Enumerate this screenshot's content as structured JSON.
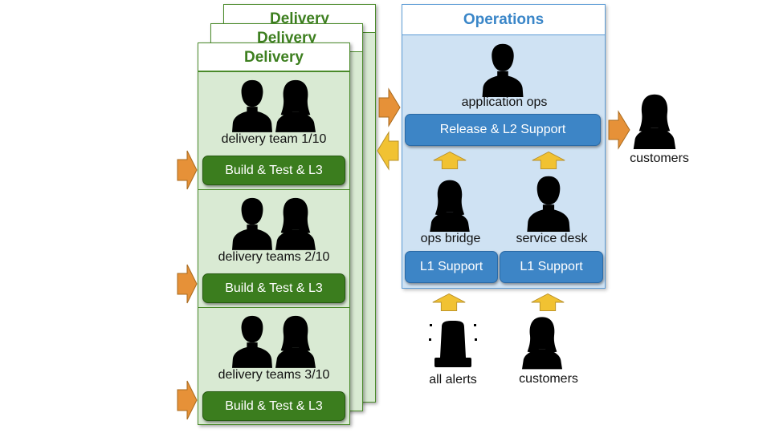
{
  "delivery": {
    "title": "Delivery",
    "teams": [
      {
        "label": "delivery team 1/10",
        "button": "Build & Test & L3"
      },
      {
        "label": "delivery teams 2/10",
        "button": "Build & Test & L3"
      },
      {
        "label": "delivery teams 3/10",
        "button": "Build & Test & L3"
      }
    ]
  },
  "operations": {
    "title": "Operations",
    "app_ops_label": "application ops",
    "release_button": "Release & L2 Support",
    "ops_bridge_label": "ops bridge",
    "service_desk_label": "service desk",
    "l1_left": "L1 Support",
    "l1_right": "L1 Support"
  },
  "inputs": {
    "alerts_label": "all alerts",
    "customers_label": "customers"
  },
  "output": {
    "customers_label": "customers"
  },
  "colors": {
    "delivery_green": "#3b7d1e",
    "delivery_bg": "#d9ead3",
    "ops_blue": "#3d85c6",
    "ops_bg": "#cfe2f3",
    "arrow_orange": "#e69138",
    "arrow_yellow": "#f1c232"
  }
}
